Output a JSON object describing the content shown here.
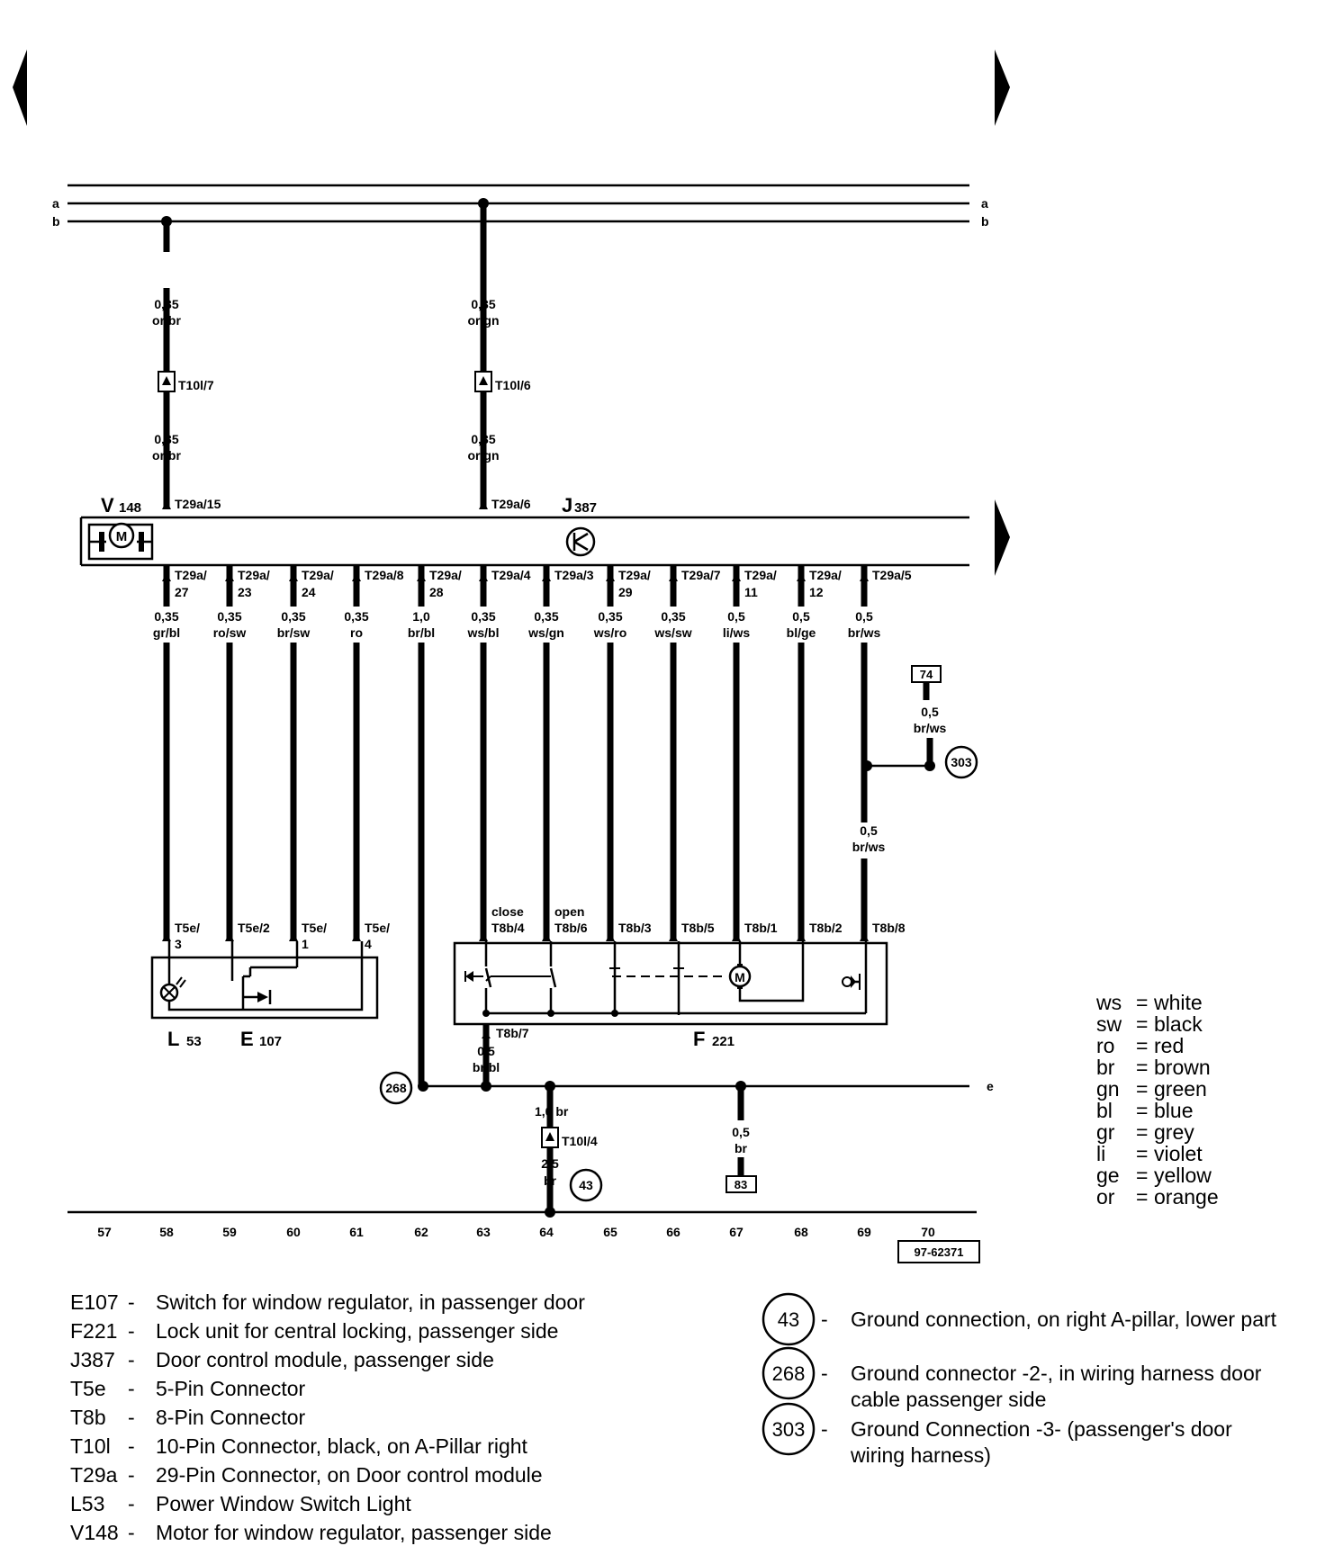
{
  "nav": {
    "prev_label": "previous page",
    "next_label": "next page"
  },
  "buses": {
    "a": "a",
    "b": "b",
    "e": "e"
  },
  "supply_wires": [
    {
      "size_top": "0,35",
      "color_top": "or/br",
      "connector": "T10l/7",
      "size_bottom": "0,35",
      "color_bottom": "or/br",
      "pin": "T29a/15"
    },
    {
      "size_top": "0,35",
      "color_top": "or/gn",
      "connector": "T10l/6",
      "size_bottom": "0,35",
      "color_bottom": "or/gn",
      "pin": "T29a/6"
    }
  ],
  "module": {
    "motor_name": "V",
    "motor_sub": "148",
    "control_name": "J",
    "control_sub": "387"
  },
  "module_pins": [
    {
      "l1": "T29a/",
      "l2": "27",
      "size": "0,35",
      "color": "gr/bl"
    },
    {
      "l1": "T29a/",
      "l2": "23",
      "size": "0,35",
      "color": "ro/sw"
    },
    {
      "l1": "T29a/",
      "l2": "24",
      "size": "0,35",
      "color": "br/sw"
    },
    {
      "l1": "T29a/8",
      "l2": "",
      "size": "0,35",
      "color": "ro"
    },
    {
      "l1": "T29a/",
      "l2": "28",
      "size": "1,0",
      "color": "br/bl"
    },
    {
      "l1": "T29a/4",
      "l2": "",
      "size": "0,35",
      "color": "ws/bl"
    },
    {
      "l1": "T29a/3",
      "l2": "",
      "size": "0,35",
      "color": "ws/gn"
    },
    {
      "l1": "T29a/",
      "l2": "29",
      "size": "0,35",
      "color": "ws/ro"
    },
    {
      "l1": "T29a/7",
      "l2": "",
      "size": "0,35",
      "color": "ws/sw"
    },
    {
      "l1": "T29a/",
      "l2": "11",
      "size": "0,5",
      "color": "li/ws"
    },
    {
      "l1": "T29a/",
      "l2": "12",
      "size": "0,5",
      "color": "bl/ge"
    },
    {
      "l1": "T29a/5",
      "l2": "",
      "size": "0,5",
      "color": "br/ws"
    }
  ],
  "t5e_pins": [
    {
      "l1": "T5e/",
      "l2": "3"
    },
    {
      "l1": "T5e/2",
      "l2": ""
    },
    {
      "l1": "T5e/",
      "l2": "1"
    },
    {
      "l1": "T5e/",
      "l2": "4"
    }
  ],
  "t8b_pins": [
    {
      "note": "close",
      "label": "T8b/4"
    },
    {
      "note": "open",
      "label": "T8b/6"
    },
    {
      "note": "",
      "label": "T8b/3"
    },
    {
      "note": "",
      "label": "T8b/5"
    },
    {
      "note": "",
      "label": "T8b/1"
    },
    {
      "note": "",
      "label": "T8b/2"
    },
    {
      "note": "",
      "label": "T8b/8"
    }
  ],
  "branch_303": {
    "ref": "74",
    "size": "0,5",
    "color": "br/ws",
    "ground": "303",
    "size2": "0,5",
    "color2": "br/ws"
  },
  "f221_ground": {
    "pin": "T8b/7",
    "size": "0,5",
    "color": "br/bl"
  },
  "components": {
    "l53": {
      "name": "L",
      "sub": "53"
    },
    "e107": {
      "name": "E",
      "sub": "107"
    },
    "f221": {
      "name": "F",
      "sub": "221"
    }
  },
  "ground_e": {
    "ground": "268"
  },
  "ground_64": {
    "size1": "1,0 br",
    "connector": "T10l/4",
    "size2": "2,5",
    "color2": "br",
    "ground": "43"
  },
  "ground_67": {
    "size": "0,5",
    "color": "br",
    "ref": "83"
  },
  "columns": [
    "57",
    "58",
    "59",
    "60",
    "61",
    "62",
    "63",
    "64",
    "65",
    "66",
    "67",
    "68",
    "69",
    "70"
  ],
  "figure_id": "97-62371",
  "color_legend": [
    {
      "code": "ws",
      "name": "white"
    },
    {
      "code": "sw",
      "name": "black"
    },
    {
      "code": "ro",
      "name": "red"
    },
    {
      "code": "br",
      "name": "brown"
    },
    {
      "code": "gn",
      "name": "green"
    },
    {
      "code": "bl",
      "name": "blue"
    },
    {
      "code": "gr",
      "name": "grey"
    },
    {
      "code": "li",
      "name": "violet"
    },
    {
      "code": "ge",
      "name": "yellow"
    },
    {
      "code": "or",
      "name": "orange"
    }
  ],
  "component_legend": [
    {
      "code": "E107",
      "desc": "Switch for window regulator, in passenger door"
    },
    {
      "code": "F221",
      "desc": "Lock unit for central locking, passenger side"
    },
    {
      "code": "J387",
      "desc": "Door control module, passenger side"
    },
    {
      "code": "T5e",
      "desc": "5-Pin Connector"
    },
    {
      "code": "T8b",
      "desc": "8-Pin Connector"
    },
    {
      "code": "T10l",
      "desc": "10-Pin Connector, black, on A-Pillar right"
    },
    {
      "code": "T29a",
      "desc": "29-Pin Connector, on Door control module"
    },
    {
      "code": "L53",
      "desc": "Power Window Switch Light"
    },
    {
      "code": "V148",
      "desc": "Motor for window regulator, passenger side"
    }
  ],
  "ground_legend": [
    {
      "num": "43",
      "lines": [
        "Ground connection, on right A-pillar, lower part"
      ]
    },
    {
      "num": "268",
      "lines": [
        "Ground connector -2-, in wiring harness door",
        "cable passenger side"
      ]
    },
    {
      "num": "303",
      "lines": [
        "Ground Connection -3- (passenger's door",
        "wiring harness)"
      ]
    }
  ]
}
